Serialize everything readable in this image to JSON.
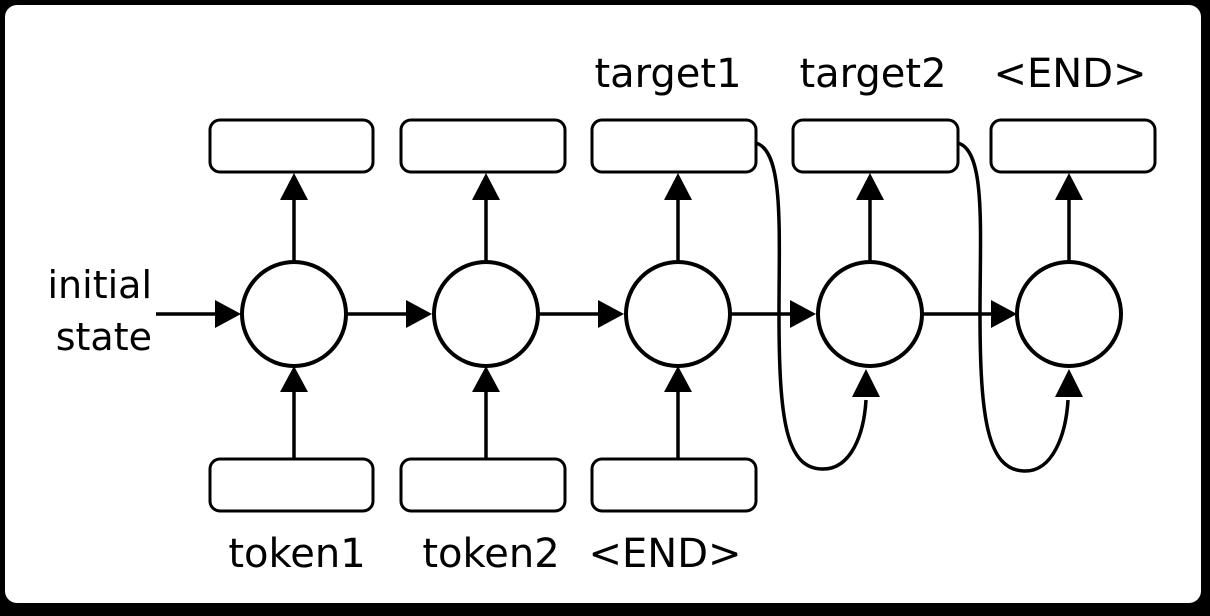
{
  "figure": {
    "type": "seq2seq-rnn-diagram",
    "colors": {
      "stroke": "#000000",
      "panel_background": "#ffffff",
      "canvas_background": "#000000"
    },
    "left_label": {
      "line1": "initial",
      "line2": "state"
    },
    "decoder_output_labels": [
      "target1",
      "target2",
      "<END>"
    ],
    "encoder_input_labels": [
      "token1",
      "token2",
      "<END>"
    ]
  }
}
